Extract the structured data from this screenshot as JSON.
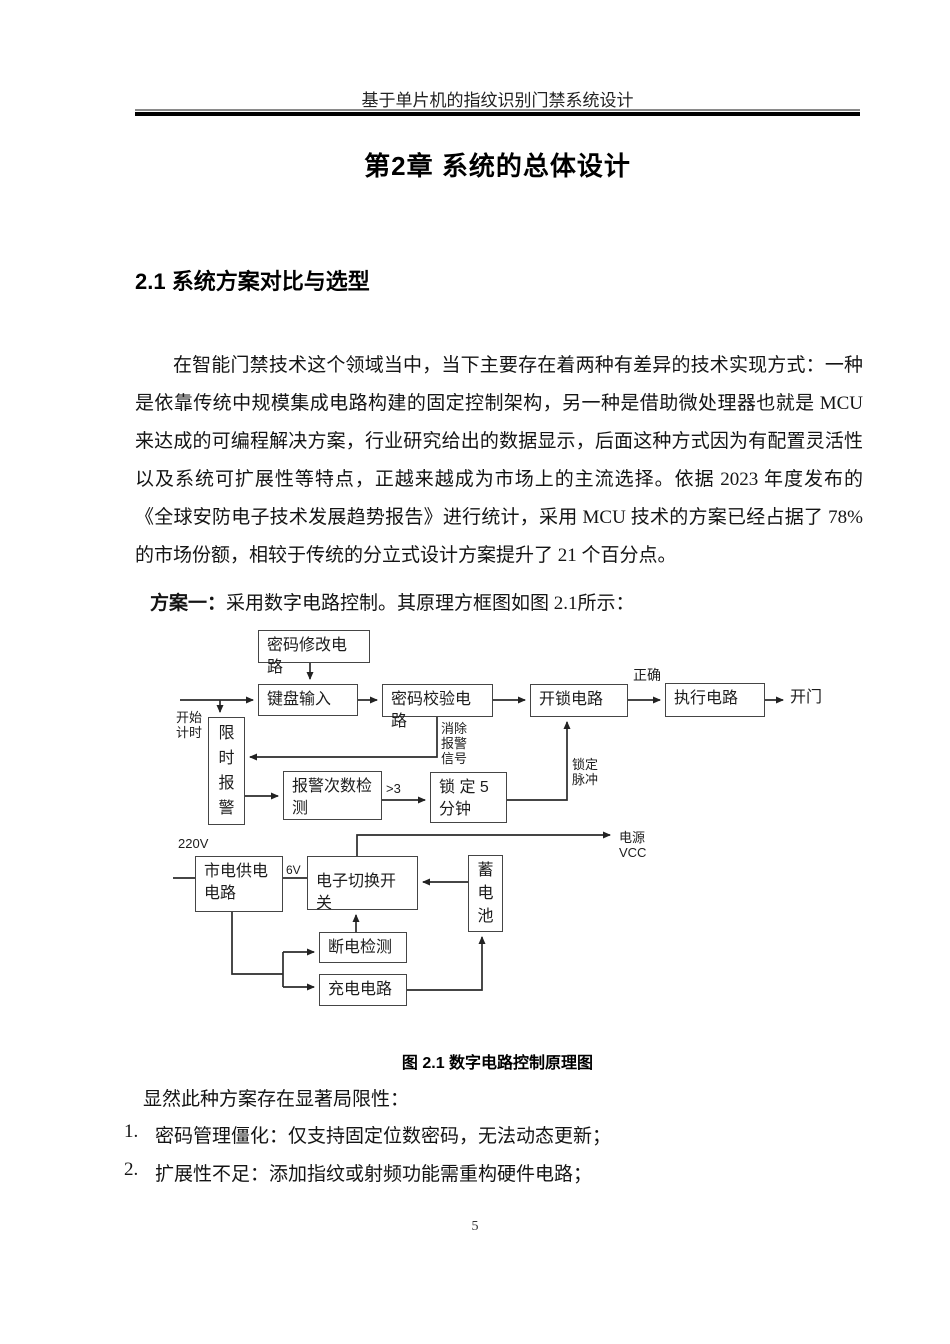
{
  "page": {
    "header_title": "基于单片机的指纹识别门禁系统设计",
    "chapter_title": "第2章 系统的总体设计",
    "section_heading": "2.1 系统方案对比与选型",
    "paragraph": "在智能门禁技术这个领域当中，当下主要存在着两种有差异的技术实现方式：一种是依靠传统中规模集成电路构建的固定控制架构，另一种是借助微处理器也就是 MCU 来达成的可编程解决方案，行业研究给出的数据显示，后面这种方式因为有配置灵活性以及系统可扩展性等特点，正越来越成为市场上的主流选择。依据 2023 年度发布的《全球安防电子技术发展趋势报告》进行统计，采用 MCU 技术的方案已经占据了 78%的市场份额，相较于传统的分立式设计方案提升了 21 个百分点。",
    "scheme_label": "方案一：",
    "scheme_text": "采用数字电路控制。其原理方框图如图 2.1所示：",
    "figure_caption": "图 2.1 数字电路控制原理图",
    "limitations_intro": "显然此种方案存在显著局限性：",
    "list": [
      {
        "num": "1.",
        "text": "密码管理僵化：仅支持固定位数密码，无法动态更新；"
      },
      {
        "num": "2.",
        "text": "扩展性不足：添加指纹或射频功能需重构硬件电路；"
      }
    ],
    "page_number": "5"
  },
  "diagram": {
    "boxes": {
      "password_modify": "密码修改电路",
      "keyboard_input": "键盘输入",
      "password_verify": "密码校验电路",
      "unlock": "开锁电路",
      "execute": "执行电路",
      "timed_alarm": "限时报警",
      "alarm_count": "报警次数检测",
      "lock5min": "锁 定 5 分钟",
      "mains_supply": "市电供电电路",
      "electronic_switch": "电子切换开关",
      "battery": "蓄电池",
      "power_fail_detect": "断电检测",
      "charging": "充电电路"
    },
    "labels": {
      "start_timing": "开始\n计时",
      "clear_alarm": "消除\n报警\n信号",
      "correct": "正确",
      "open_door": "开门",
      "gt3": ">3",
      "lock_pulse": "锁定\n脉冲",
      "power_vcc": "电源\nVCC",
      "v220": "220V",
      "v6": "6V"
    },
    "edges": [
      {
        "from": "密码修改电路",
        "to": "键盘输入",
        "label": ""
      },
      {
        "from": "输入",
        "to": "键盘输入",
        "label": "开始计时"
      },
      {
        "from": "输入分支",
        "to": "限时报警",
        "label": ""
      },
      {
        "from": "键盘输入",
        "to": "密码校验电路",
        "label": ""
      },
      {
        "from": "密码校验电路",
        "to": "开锁电路",
        "label": ""
      },
      {
        "from": "密码校验电路",
        "to": "限时报警",
        "label": "消除报警信号"
      },
      {
        "from": "开锁电路",
        "to": "执行电路",
        "label": "正确"
      },
      {
        "from": "执行电路",
        "to": "开门",
        "label": ""
      },
      {
        "from": "限时报警",
        "to": "报警次数检测",
        "label": ""
      },
      {
        "from": "报警次数检测",
        "to": "锁定5分钟",
        "label": ">3"
      },
      {
        "from": "锁定5分钟",
        "to": "开锁电路",
        "label": "锁定脉冲"
      },
      {
        "from": "电子切换开关",
        "to": "电源VCC",
        "label": ""
      },
      {
        "from": "220V",
        "to": "市电供电电路",
        "label": ""
      },
      {
        "from": "市电供电电路",
        "to": "电子切换开关",
        "label": "6V"
      },
      {
        "from": "蓄电池",
        "to": "电子切换开关",
        "label": ""
      },
      {
        "from": "断电检测",
        "to": "电子切换开关",
        "label": ""
      },
      {
        "from": "市电供电电路",
        "to": "断电检测",
        "label": ""
      },
      {
        "from": "市电供电电路",
        "to": "充电电路",
        "label": ""
      },
      {
        "from": "充电电路",
        "to": "蓄电池",
        "label": ""
      }
    ]
  }
}
